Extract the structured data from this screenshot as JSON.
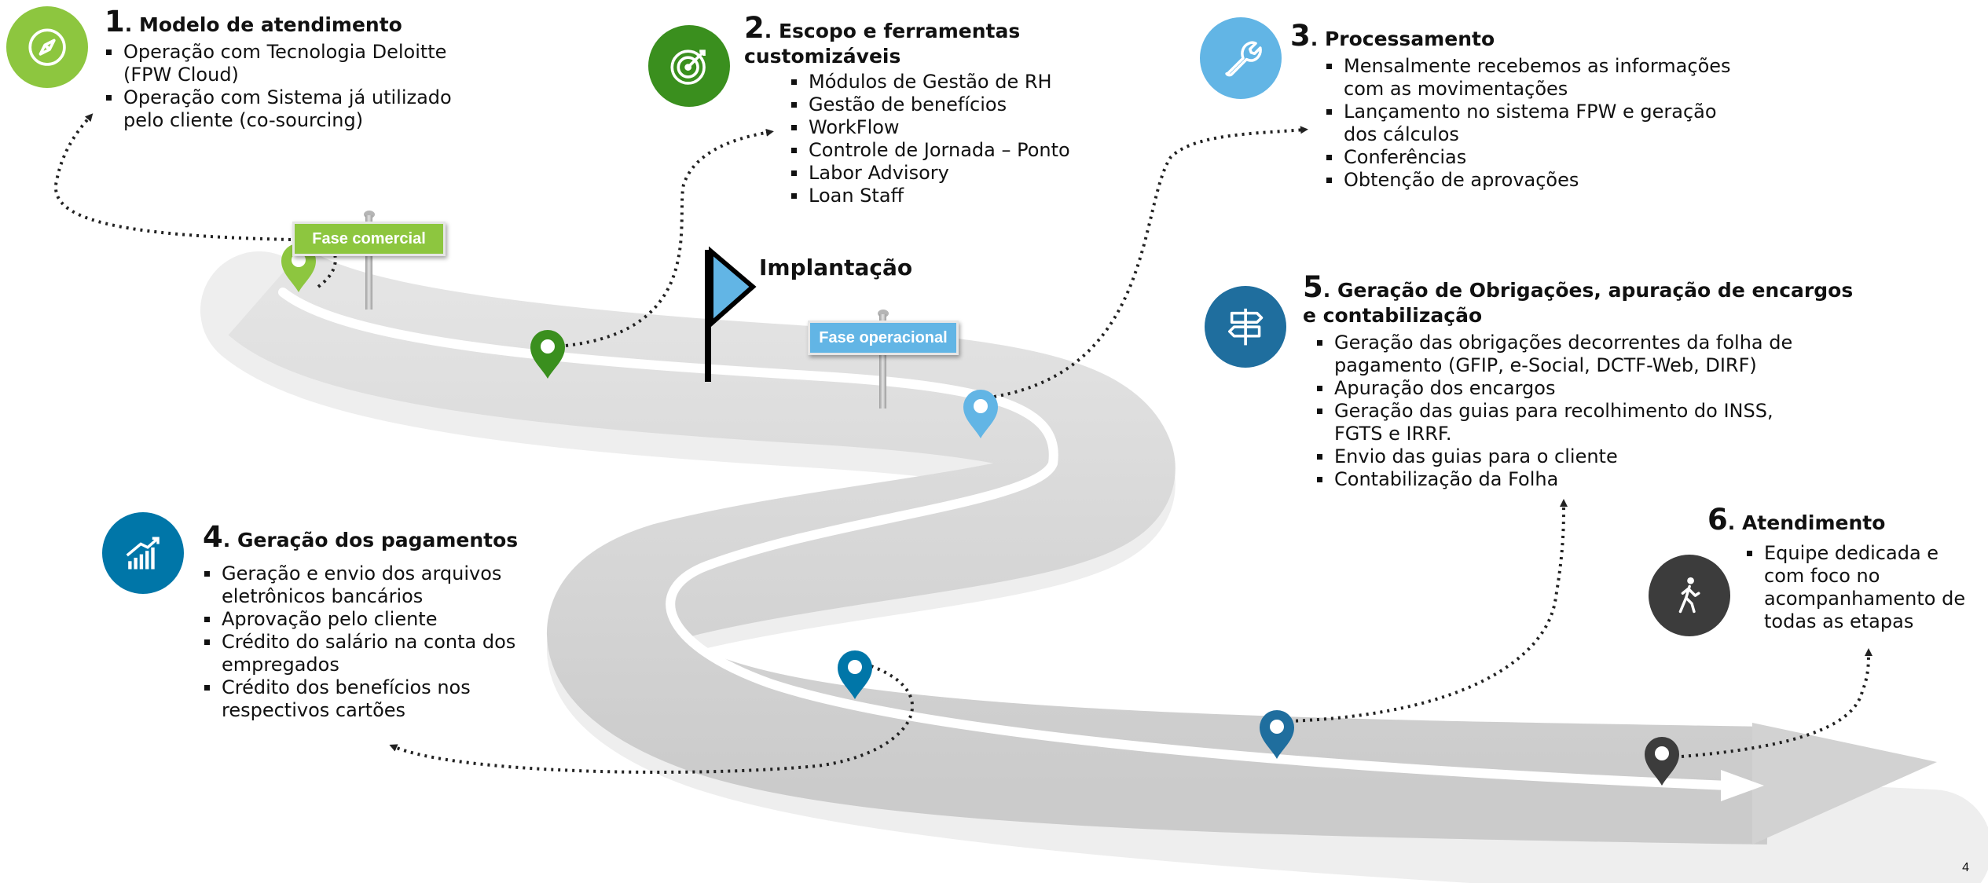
{
  "colors": {
    "light_green": "#8dc63f",
    "dark_green": "#3a8f1e",
    "light_blue": "#62b5e5",
    "dark_blue": "#1f6e9e",
    "teal_blue": "#0076a8",
    "dark_gray": "#3c3c3c",
    "road": "#d9d9d9"
  },
  "steps": [
    {
      "num": "1",
      "title": ". Modelo de atendimento",
      "icon": "compass-icon",
      "items": [
        "Operação com Tecnologia Deloitte (FPW Cloud)",
        "Operação com Sistema já utilizado pelo cliente (co-sourcing)"
      ]
    },
    {
      "num": "2",
      "title": ". Escopo e ferramentas customizáveis",
      "icon": "target-icon",
      "items": [
        "Módulos de Gestão de RH",
        "Gestão de benefícios",
        "WorkFlow",
        "Controle de Jornada – Ponto",
        "Labor Advisory",
        "Loan Staff"
      ]
    },
    {
      "num": "3",
      "title": ". Processamento",
      "icon": "wrench-icon",
      "items": [
        "Mensalmente recebemos as informações com as movimentações",
        "Lançamento no sistema FPW e geração dos cálculos",
        "Conferências",
        "Obtenção de aprovações"
      ]
    },
    {
      "num": "4",
      "title": ". Geração dos pagamentos",
      "icon": "growth-chart-icon",
      "items": [
        "Geração e envio dos arquivos eletrônicos bancários",
        "Aprovação pelo cliente",
        "Crédito do salário na conta dos empregados",
        "Crédito dos benefícios nos respectivos cartões"
      ]
    },
    {
      "num": "5",
      "title": ". Geração de Obrigações, apuração de encargos e contabilização",
      "icon": "signpost-icon",
      "items": [
        "Geração das obrigações decorrentes da folha de pagamento (GFIP, e-Social, DCTF-Web, DIRF)",
        "Apuração dos encargos",
        "Geração das guias para recolhimento do INSS, FGTS e IRRF.",
        "Envio das guias para o cliente",
        "Contabilização da Folha"
      ]
    },
    {
      "num": "6",
      "title": ". Atendimento",
      "icon": "walking-person-icon",
      "items": [
        "Equipe dedicada e com foco no acompanhamento de todas as etapas"
      ]
    }
  ],
  "signs": {
    "commercial": "Fase comercial",
    "operational": "Fase operacional"
  },
  "flag_label": "Implantação",
  "page_number": "4"
}
